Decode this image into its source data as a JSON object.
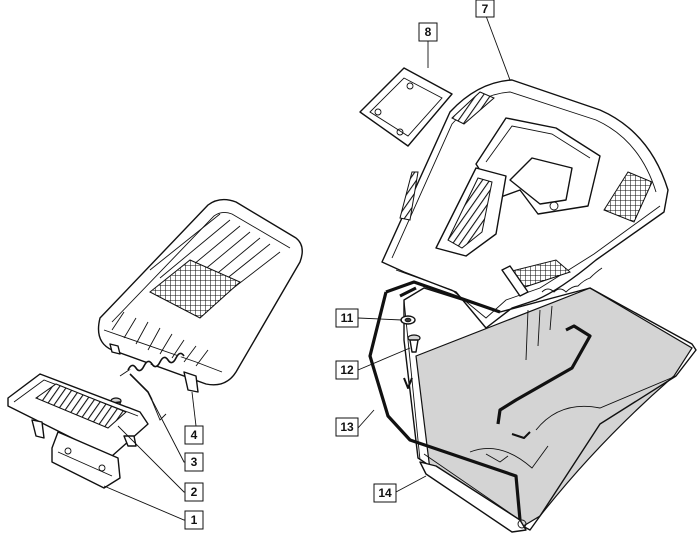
{
  "callouts": [
    {
      "id": "c1",
      "label": "1"
    },
    {
      "id": "c2",
      "label": "2"
    },
    {
      "id": "c3",
      "label": "3"
    },
    {
      "id": "c4",
      "label": "4"
    },
    {
      "id": "c7",
      "label": "7"
    },
    {
      "id": "c8",
      "label": "8"
    },
    {
      "id": "c11",
      "label": "11"
    },
    {
      "id": "c12",
      "label": "12"
    },
    {
      "id": "c13",
      "label": "13"
    },
    {
      "id": "c14",
      "label": "14"
    }
  ]
}
